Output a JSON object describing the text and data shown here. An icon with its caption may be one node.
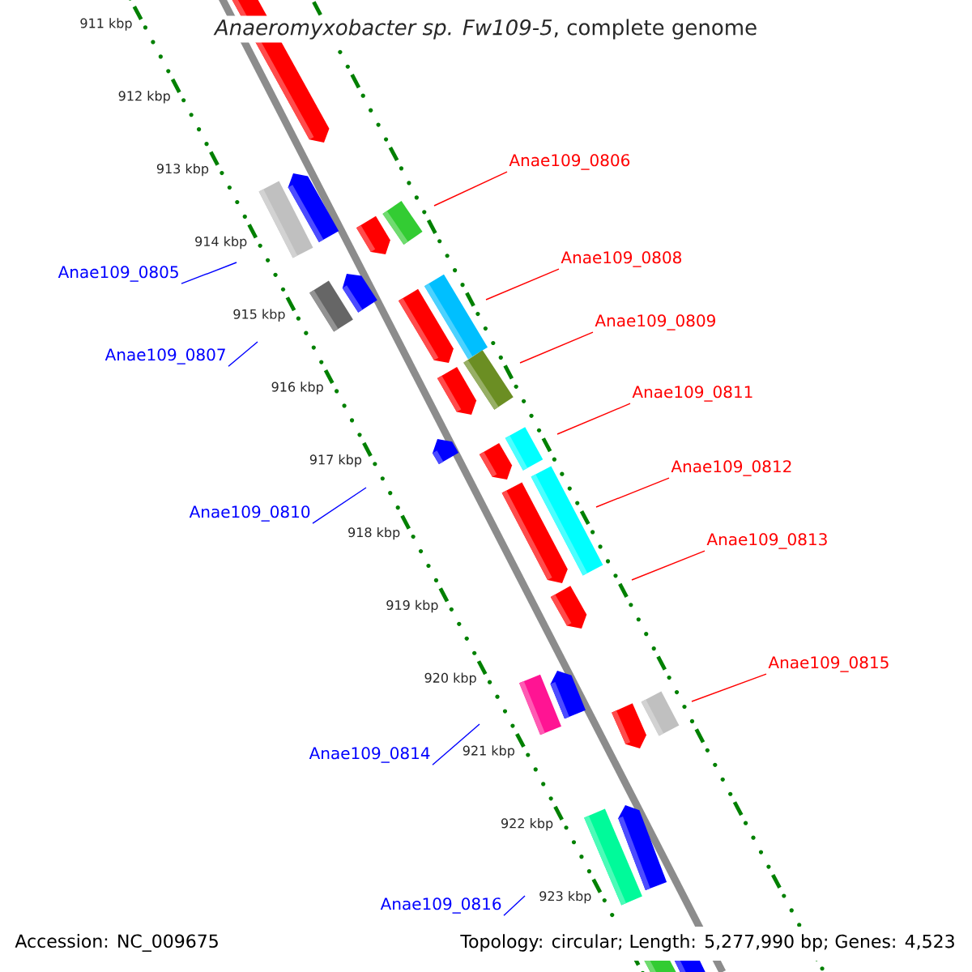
{
  "diagram": {
    "title": "*Anaeromyxobacter sp. Fw109-5*, complete genome",
    "nodes": [
      {
        "text": [
          "Anae109_0806"
        ]
      },
      {
        "text": [
          "Anae109_0808"
        ]
      },
      {
        "text": [
          "Anae109_0805"
        ]
      },
      {
        "text": [
          "Anae109_0809"
        ]
      },
      {
        "text": [
          "Anae109_0807"
        ]
      },
      {
        "text": [
          "Anae109_0811"
        ]
      },
      {
        "text": [
          "Anae109_0812"
        ]
      },
      {
        "text": [
          "Anae109_0810"
        ]
      },
      {
        "text": [
          "Anae109_0813"
        ]
      },
      {
        "text": [
          "Anae109_0815"
        ]
      },
      {
        "text": [
          "Anae109_0814"
        ]
      },
      {
        "text": [
          "Anae109_0816"
        ]
      }
    ],
    "edges": [
      {
        "from": 0,
        "to": null,
        "arrow": "none"
      },
      {
        "from": 1,
        "to": null,
        "arrow": "none"
      },
      {
        "from": 2,
        "to": null,
        "arrow": "none",
        "color": "#0000ff"
      },
      {
        "from": 3,
        "to": null,
        "arrow": "none"
      },
      {
        "from": 4,
        "to": null,
        "arrow": "none",
        "color": "#0000ff"
      },
      {
        "from": 5,
        "to": null,
        "arrow": "none"
      },
      {
        "from": 6,
        "to": null,
        "arrow": "none"
      },
      {
        "from": 7,
        "to": null,
        "arrow": "none",
        "color": "#0000ff"
      },
      {
        "from": 8,
        "to": null,
        "arrow": "none"
      },
      {
        "from": 9,
        "to": null,
        "arrow": "none"
      },
      {
        "from": 10,
        "to": null,
        "arrow": "none",
        "color": "#0000ff"
      },
      {
        "from": 11,
        "to": null,
        "arrow": "none",
        "color": "#0000ff"
      }
    ],
    "labels": [
      "911 kbp",
      "912 kbp",
      "913 kbp",
      "914 kbp",
      "915 kbp",
      "916 kbp",
      "917 kbp",
      "918 kbp",
      "919 kbp",
      "920 kbp",
      "921 kbp",
      "922 kbp",
      "923 kbp",
      "Accession: NC_009675",
      "Topology: circular; Length: 5,277,990 bp; Genes: 4,523"
    ]
  }
}
